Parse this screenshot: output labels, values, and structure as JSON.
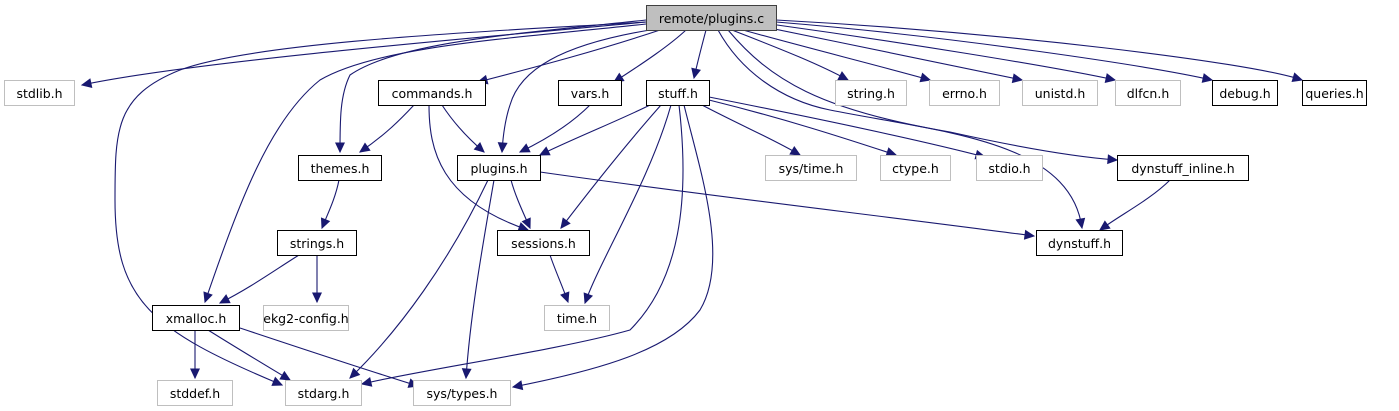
{
  "diagram": {
    "type": "include-dependency-graph",
    "root": "remote/plugins.c",
    "colors": {
      "edge": "#191970",
      "root_fill": "#bfbfbf",
      "root_border": "#404040",
      "documented_fill": "#ffffff",
      "documented_border": "#000000",
      "external_fill": "#ffffff",
      "external_border": "#bfbfbf",
      "external_text": "#000000"
    },
    "nodes": [
      {
        "id": "root",
        "label": "remote/plugins.c",
        "kind": "root"
      },
      {
        "id": "stdlib",
        "label": "stdlib.h",
        "kind": "external"
      },
      {
        "id": "commands",
        "label": "commands.h",
        "kind": "documented"
      },
      {
        "id": "vars",
        "label": "vars.h",
        "kind": "documented"
      },
      {
        "id": "stuff",
        "label": "stuff.h",
        "kind": "documented"
      },
      {
        "id": "string",
        "label": "string.h",
        "kind": "external"
      },
      {
        "id": "errno",
        "label": "errno.h",
        "kind": "external"
      },
      {
        "id": "unistd",
        "label": "unistd.h",
        "kind": "external"
      },
      {
        "id": "dlfcn",
        "label": "dlfcn.h",
        "kind": "external"
      },
      {
        "id": "debug",
        "label": "debug.h",
        "kind": "documented"
      },
      {
        "id": "queries",
        "label": "queries.h",
        "kind": "documented"
      },
      {
        "id": "themes",
        "label": "themes.h",
        "kind": "documented"
      },
      {
        "id": "plugins",
        "label": "plugins.h",
        "kind": "documented"
      },
      {
        "id": "systime",
        "label": "sys/time.h",
        "kind": "external"
      },
      {
        "id": "ctype",
        "label": "ctype.h",
        "kind": "external"
      },
      {
        "id": "stdio",
        "label": "stdio.h",
        "kind": "external"
      },
      {
        "id": "dynstuff_inline",
        "label": "dynstuff_inline.h",
        "kind": "documented"
      },
      {
        "id": "strings",
        "label": "strings.h",
        "kind": "documented"
      },
      {
        "id": "sessions",
        "label": "sessions.h",
        "kind": "documented"
      },
      {
        "id": "dynstuff",
        "label": "dynstuff.h",
        "kind": "documented"
      },
      {
        "id": "xmalloc",
        "label": "xmalloc.h",
        "kind": "documented"
      },
      {
        "id": "ekg2config",
        "label": "ekg2-config.h",
        "kind": "external"
      },
      {
        "id": "time",
        "label": "time.h",
        "kind": "external"
      },
      {
        "id": "stddef",
        "label": "stddef.h",
        "kind": "external"
      },
      {
        "id": "stdarg",
        "label": "stdarg.h",
        "kind": "external"
      },
      {
        "id": "systypes",
        "label": "sys/types.h",
        "kind": "external"
      }
    ],
    "edges": [
      {
        "from": "root",
        "to": "stdlib"
      },
      {
        "from": "root",
        "to": "commands"
      },
      {
        "from": "root",
        "to": "vars"
      },
      {
        "from": "root",
        "to": "stuff"
      },
      {
        "from": "root",
        "to": "string"
      },
      {
        "from": "root",
        "to": "errno"
      },
      {
        "from": "root",
        "to": "unistd"
      },
      {
        "from": "root",
        "to": "dlfcn"
      },
      {
        "from": "root",
        "to": "debug"
      },
      {
        "from": "root",
        "to": "queries"
      },
      {
        "from": "root",
        "to": "themes"
      },
      {
        "from": "root",
        "to": "plugins"
      },
      {
        "from": "root",
        "to": "xmalloc"
      },
      {
        "from": "root",
        "to": "stdarg"
      },
      {
        "from": "root",
        "to": "dynstuff"
      },
      {
        "from": "root",
        "to": "dynstuff_inline"
      },
      {
        "from": "commands",
        "to": "themes"
      },
      {
        "from": "commands",
        "to": "plugins"
      },
      {
        "from": "commands",
        "to": "sessions"
      },
      {
        "from": "vars",
        "to": "plugins"
      },
      {
        "from": "stuff",
        "to": "plugins"
      },
      {
        "from": "stuff",
        "to": "sessions"
      },
      {
        "from": "stuff",
        "to": "time"
      },
      {
        "from": "stuff",
        "to": "systime"
      },
      {
        "from": "stuff",
        "to": "ctype"
      },
      {
        "from": "stuff",
        "to": "stdio"
      },
      {
        "from": "stuff",
        "to": "stdarg"
      },
      {
        "from": "stuff",
        "to": "systypes"
      },
      {
        "from": "themes",
        "to": "strings"
      },
      {
        "from": "plugins",
        "to": "sessions"
      },
      {
        "from": "plugins",
        "to": "dynstuff"
      },
      {
        "from": "plugins",
        "to": "stdarg"
      },
      {
        "from": "plugins",
        "to": "systypes"
      },
      {
        "from": "dynstuff_inline",
        "to": "dynstuff"
      },
      {
        "from": "strings",
        "to": "xmalloc"
      },
      {
        "from": "strings",
        "to": "ekg2config"
      },
      {
        "from": "sessions",
        "to": "time"
      },
      {
        "from": "xmalloc",
        "to": "stddef"
      },
      {
        "from": "xmalloc",
        "to": "stdarg"
      },
      {
        "from": "xmalloc",
        "to": "systypes"
      }
    ]
  }
}
